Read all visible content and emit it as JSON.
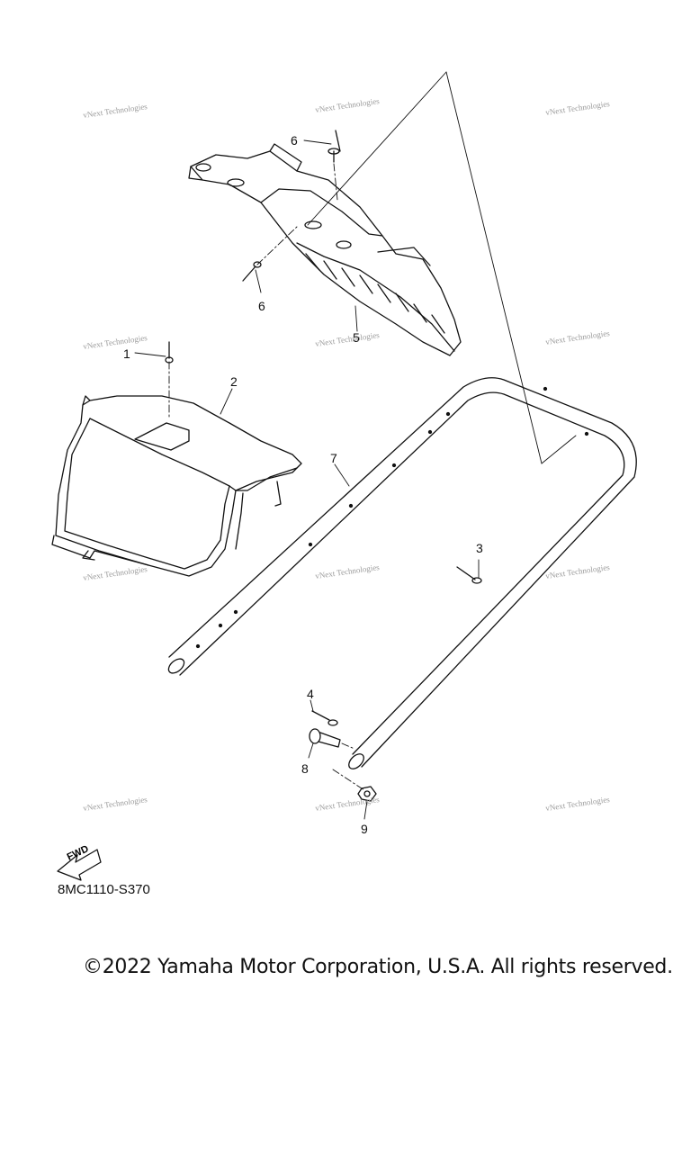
{
  "diagram": {
    "callouts": [
      "1",
      "2",
      "3",
      "4",
      "5",
      "6",
      "6",
      "7",
      "8",
      "9"
    ],
    "fwd_label": "FWD",
    "drawing_code": "8MC1110-S370",
    "watermark": "vNext Technologies"
  },
  "footer": {
    "copyright": "©2022 Yamaha Motor Corporation, U.S.A. All rights reserved."
  }
}
